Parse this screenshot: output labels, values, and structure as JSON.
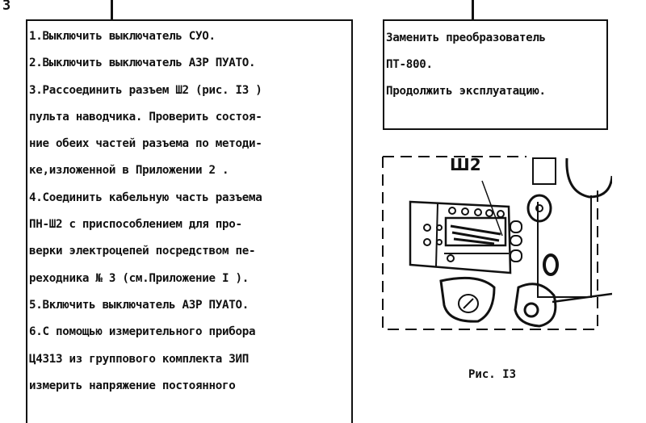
{
  "page": {
    "page_number": "3"
  },
  "left_box": {
    "lines": [
      "1.Выключить выключатель СУО.",
      "2.Выключить выключатель АЗР ПУАТО.",
      "3.Рассоединить разъем Ш2 (рис. I3 )",
      "пульта наводчика. Проверить состоя-",
      "ние обеих частей разъема по методи-",
      "ке,изложенной в Приложении 2     .",
      "4.Соединить кабельную часть разъема",
      "ПН-Ш2 с  приспособлением для про-",
      "верки электроцепей посредством пе-",
      "реходника № 3  (см.Приложение I  ).",
      "5.Включить выключатель АЗР ПУАТО.",
      "6.С помощью измерительного прибора",
      "Ц4313 из группового комплекта ЗИП",
      "измерить напряжение постоянного"
    ]
  },
  "right_box": {
    "lines": [
      "Заменить преобразователь",
      "ПТ-800.",
      "Продолжить эксплуатацию."
    ]
  },
  "figure": {
    "label": "Ш2",
    "caption": "Рис. I3"
  }
}
